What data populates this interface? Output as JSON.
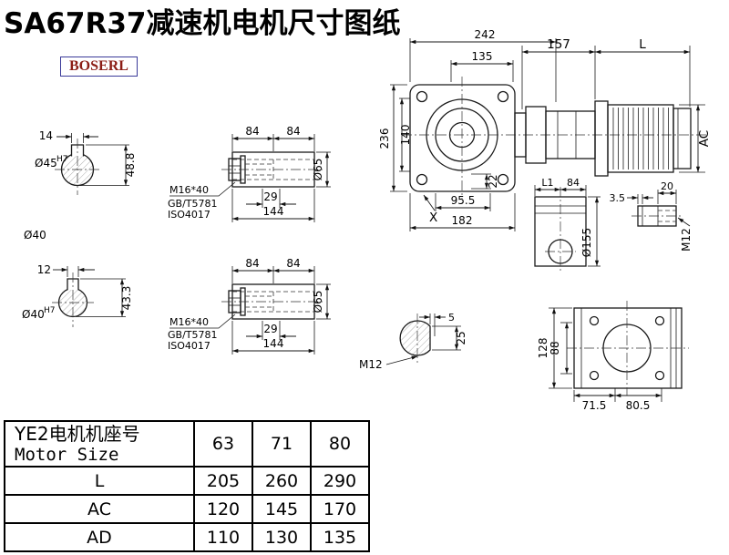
{
  "page": {
    "title": "SA67R37减速机电机尺寸图纸",
    "brand": "BOSERL"
  },
  "views": {
    "shaft_end_top": {
      "key_width": "14",
      "bore": "Ø45",
      "bore_tol": "H7",
      "depth": "48.8",
      "od": "Ø40"
    },
    "shaft_end_bottom": {
      "key_width": "12",
      "bore": "Ø40",
      "bore_tol": "H7",
      "depth": "43.3"
    },
    "sleeve_top": {
      "seg1": "84",
      "seg2": "84",
      "bolt": "M16*40",
      "std1": "GB/T5781",
      "std2": "ISO4017",
      "stub": "29",
      "length": "144",
      "dia": "Ø65"
    },
    "sleeve_bottom": {
      "seg1": "84",
      "seg2": "84",
      "bolt": "M16*40",
      "std1": "GB/T5781",
      "std2": "ISO4017",
      "stub": "29",
      "length": "144",
      "dia": "Ø65"
    },
    "front": {
      "total_width": "242",
      "inner_width": "135",
      "adapter_len": "157",
      "motor_len": "L",
      "height": "236",
      "inner_height": "140",
      "motor_od": "AC",
      "key_depth": "22",
      "foot_width": "95.5",
      "base_width": "182",
      "x_mark": "X"
    },
    "side": {
      "l1": "L1",
      "half_width": "84",
      "plate": "3.5",
      "tab": "20",
      "flange_dia": "Ø155",
      "tap": "M12"
    },
    "bottom": {
      "depth": "128",
      "inner_depth": "88",
      "w1": "71.5",
      "w2": "80.5"
    },
    "key_section": {
      "key_offset": "5",
      "flat_width": "25",
      "tap": "M12"
    }
  },
  "table": {
    "header": {
      "title_cn": "YE2电机机座号",
      "title_en": "Motor Size",
      "cols": [
        "63",
        "71",
        "80"
      ]
    },
    "rows": [
      {
        "label": "L",
        "values": [
          "205",
          "260",
          "290"
        ]
      },
      {
        "label": "AC",
        "values": [
          "120",
          "145",
          "170"
        ]
      },
      {
        "label": "AD",
        "values": [
          "110",
          "130",
          "135"
        ]
      }
    ]
  }
}
